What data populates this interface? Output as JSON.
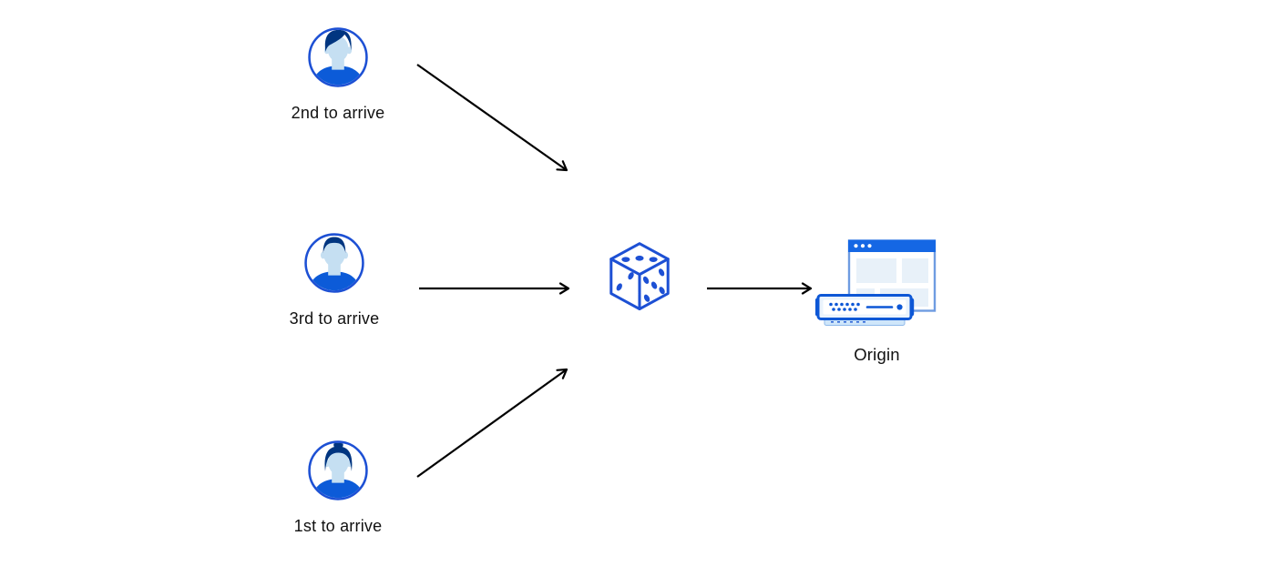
{
  "diagram": {
    "clients": [
      {
        "label": "2nd to arrive",
        "avatar": "man-wavy-hair"
      },
      {
        "label": "3rd to arrive",
        "avatar": "man-short-hair"
      },
      {
        "label": "1st to arrive",
        "avatar": "woman-hair-bun"
      }
    ],
    "randomizer": {
      "icon": "dice"
    },
    "origin": {
      "label": "Origin",
      "icon": "origin-server-browser"
    },
    "arrows": [
      {
        "from": "2nd to arrive",
        "to": "dice"
      },
      {
        "from": "3rd to arrive",
        "to": "dice"
      },
      {
        "from": "1st to arrive",
        "to": "dice"
      },
      {
        "from": "dice",
        "to": "Origin"
      }
    ]
  },
  "colors": {
    "stroke_blue": "#1d50d4",
    "hair_navy": "#003580",
    "skin_light_blue": "#c5dff2",
    "shirt_blue": "#0c5bd8",
    "window_titlebar": "#1567e4",
    "window_border": "#6f9ce1",
    "content_block": "#e8f1f9",
    "server_border": "#0d57d6",
    "server_base": "#cfe6fa",
    "arrow_black": "#000000",
    "label_text": "#111111"
  }
}
